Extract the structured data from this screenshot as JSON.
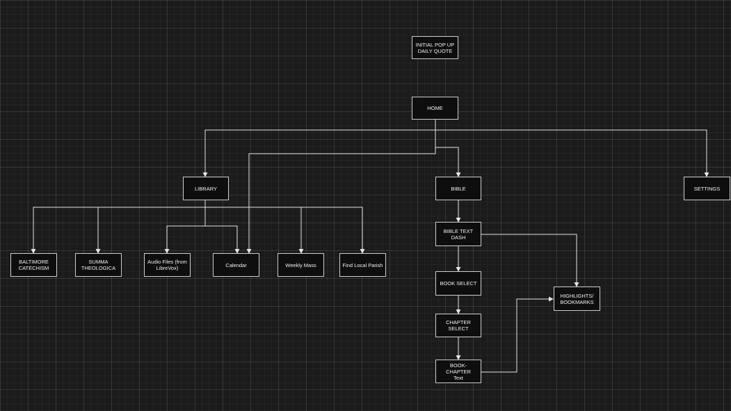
{
  "diagram": {
    "colors": {
      "background": "#1b1b1b",
      "node_fill": "#0e0e0e",
      "node_border": "#cfcfcf",
      "edge": "#e6e6e6",
      "text": "#f2f2f2"
    },
    "nodes": {
      "popup": {
        "label": "INITIAL POP UP\nDAILY QUOTE"
      },
      "home": {
        "label": "HOME"
      },
      "library": {
        "label": "LIBRARY"
      },
      "bible": {
        "label": "BIBLE"
      },
      "settings": {
        "label": "SETTINGS"
      },
      "baltimore": {
        "label": "BALTIMORE\nCATECHISM"
      },
      "summa": {
        "label": "SUMMA\nTHEOLOGICA"
      },
      "audio": {
        "label": "Audio Files (from\nLibreVox)"
      },
      "calendar": {
        "label": "Calendar"
      },
      "mass": {
        "label": "Weekly Mass"
      },
      "parish": {
        "label": "Find Local Parish"
      },
      "bible_dash": {
        "label": "BIBLE TEXT DASH"
      },
      "book_select": {
        "label": "BOOK SELECT"
      },
      "chapter_select": {
        "label": "CHAPTER SELECT"
      },
      "book_chapter": {
        "label": "BOOK-CHAPTER\nText"
      },
      "highlights": {
        "label": "HIGHLIGHTS/\nBOOKMARKS"
      }
    },
    "edges": [
      {
        "from": "home",
        "to": "library"
      },
      {
        "from": "home",
        "to": "calendar"
      },
      {
        "from": "home",
        "to": "bible"
      },
      {
        "from": "home",
        "to": "settings"
      },
      {
        "from": "library",
        "to": "baltimore"
      },
      {
        "from": "library",
        "to": "summa"
      },
      {
        "from": "library",
        "to": "audio"
      },
      {
        "from": "library",
        "to": "calendar"
      },
      {
        "from": "library",
        "to": "mass"
      },
      {
        "from": "library",
        "to": "parish"
      },
      {
        "from": "bible",
        "to": "bible_dash"
      },
      {
        "from": "bible_dash",
        "to": "book_select"
      },
      {
        "from": "bible_dash",
        "to": "highlights"
      },
      {
        "from": "book_select",
        "to": "chapter_select"
      },
      {
        "from": "chapter_select",
        "to": "book_chapter"
      },
      {
        "from": "book_chapter",
        "to": "highlights"
      }
    ]
  }
}
